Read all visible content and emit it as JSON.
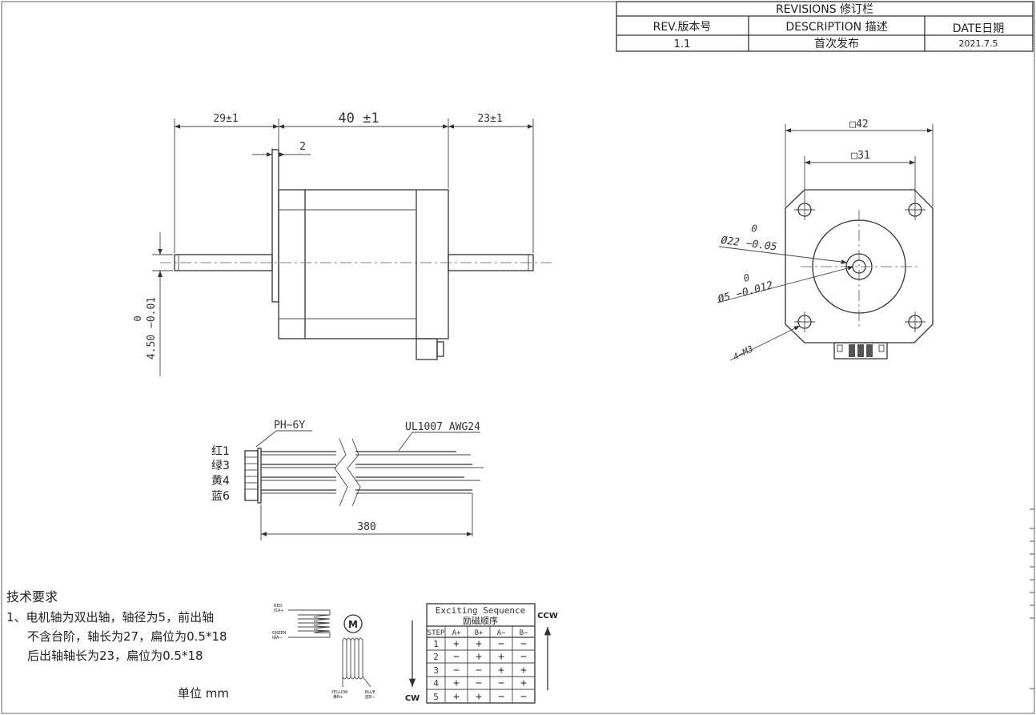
{
  "revisions": {
    "title": "REVISIONS 修订栏",
    "headers": [
      "REV.版本号",
      "DESCRIPTION 描述",
      "DATE日期"
    ],
    "row": [
      "1.1",
      "首次发布",
      "2021.7.5"
    ]
  },
  "side_view": {
    "dim_front_shaft": "29±1",
    "dim_body": "40 ±1",
    "dim_rear_shaft": "23±1",
    "dim_boss": "2",
    "dim_flat_upper": "0",
    "dim_flat_main": "4.50 −0.01"
  },
  "front_view": {
    "dim_outer": "□42",
    "dim_hole_spacing": "□31",
    "dia_pilot_upper": "0",
    "dia_pilot": "Ø22 −0.05",
    "dia_shaft_upper": "0",
    "dia_shaft": "Ø5 −0.012",
    "holes": "4−M3"
  },
  "wiring": {
    "connector": "PH−6Y",
    "wire_spec": "UL1007 AWG24",
    "pins": [
      "红1",
      "绿3",
      "黄4",
      "蓝6"
    ],
    "length": "380"
  },
  "requirements": {
    "title": "技术要求",
    "lines": [
      "1、电机轴为双出轴，轴径为5，前出轴",
      "不含台阶，轴长为27，扁位为0.5*18",
      "后出轴轴长为23，扁位为0.5*18"
    ],
    "unit": "单位 mm"
  },
  "schematic": {
    "red": "RED",
    "red_cn": "红A+",
    "green": "GREEN",
    "green_cn": "绿A−",
    "yellow": "YELLOW",
    "yellow_cn": "黄B+",
    "blue": "BLUE",
    "blue_cn": "蓝B−",
    "motor": "M"
  },
  "sequence": {
    "title": "Exciting Sequence",
    "title_cn": "励磁顺序",
    "headers": [
      "STEP",
      "A+",
      "B+",
      "A−",
      "B−"
    ],
    "rows": [
      [
        "1",
        "+",
        "+",
        "−",
        "−"
      ],
      [
        "2",
        "−",
        "+",
        "+",
        "−"
      ],
      [
        "3",
        "−",
        "−",
        "+",
        "+"
      ],
      [
        "4",
        "+",
        "−",
        "−",
        "+"
      ],
      [
        "5",
        "+",
        "+",
        "−",
        "−"
      ]
    ],
    "cw": "CW",
    "ccw": "CCW"
  }
}
